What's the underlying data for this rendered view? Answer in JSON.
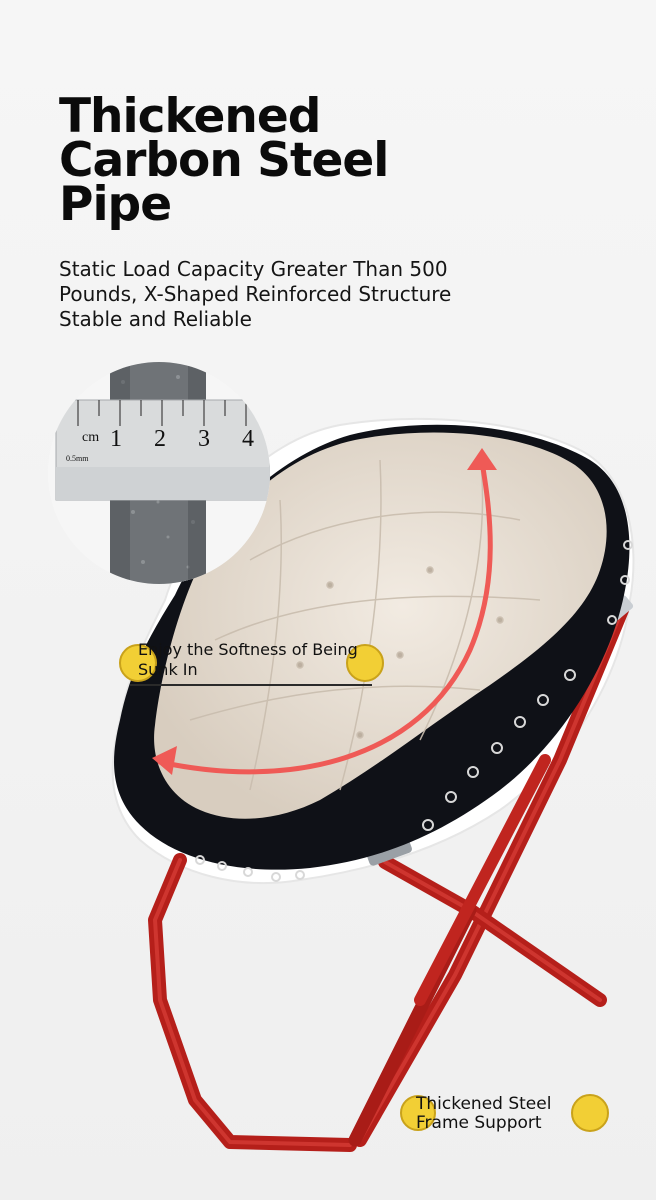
{
  "headline": {
    "lines": [
      "Thickened",
      "Carbon Steel",
      "Pipe"
    ]
  },
  "subtitle": {
    "lines": [
      "Static Load Capacity Greater Than 500",
      "Pounds, X-Shaped Reinforced Structure",
      "Stable and Reliable"
    ]
  },
  "ruler": {
    "unit": "cm",
    "numbers": [
      "1",
      "2",
      "3",
      "4"
    ],
    "small_label": "0.5mm"
  },
  "callouts": {
    "softness": {
      "lines": [
        "Enjoy the Softness of Being",
        "Sunk In"
      ]
    },
    "frame": {
      "lines": [
        "Thickened Steel",
        "Frame Support"
      ]
    }
  },
  "colors": {
    "frame_red": "#c42620",
    "cushion": "#ece3d8",
    "shell": "#0e1016",
    "arrow": "#ef5a56",
    "callout_gold": "#f2cf35"
  }
}
